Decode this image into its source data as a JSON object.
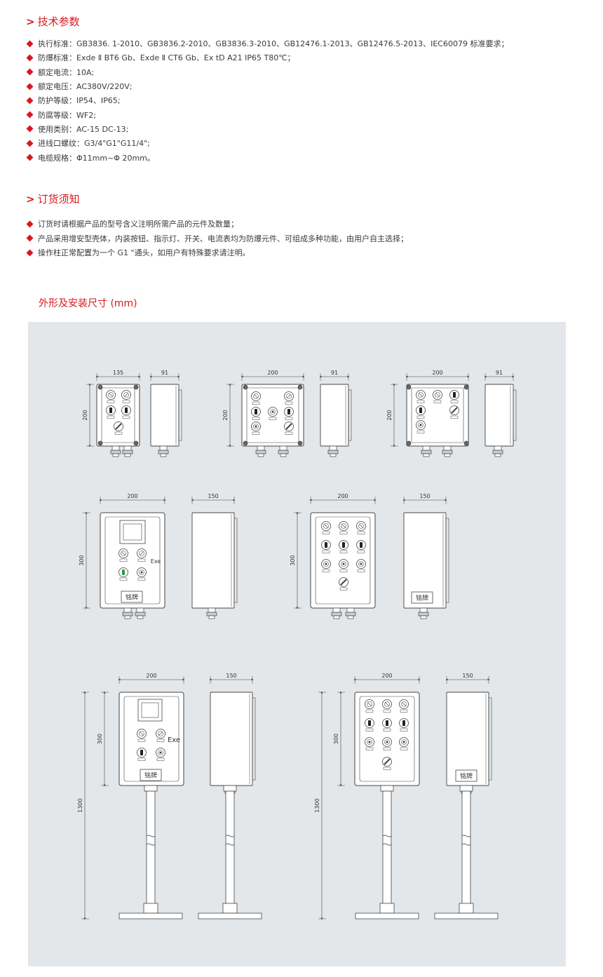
{
  "specs": {
    "title": "技术参数",
    "items": [
      "执行标准：GB3836. 1-2010、GB3836.2-2010、GB3836.3-2010、GB12476.1-2013、GB12476.5-2013、IEC60079 标准要求；",
      "防爆标准：Exde Ⅱ BT6 Gb、Exde Ⅱ CT6 Gb、Ex tD A21 IP65 T80℃；",
      "额定电流：10A;",
      "额定电压：AC380V/220V;",
      "防护等级：IP54、IP65;",
      "防腐等级：WF2;",
      "使用类别：AC-15 DC-13;",
      "进线口螺纹：G3/4\"G1\"G11/4\";",
      "电缆规格：Φ11mm~Φ 20mm。"
    ]
  },
  "order": {
    "title": "订货须知",
    "items": [
      "订货时请根据产品的型号含义注明所需产品的元件及数量；",
      "产品采用增安型壳体，内装按钮、指示灯、开关、电流表均为防爆元件、可组成多种功能，由用户自主选择；",
      "操作柱正常配置为一个 G1 \"通头，如用户有特殊要求请注明。"
    ]
  },
  "dimensions": {
    "title": "外形及安装尺寸 (mm)",
    "labels": {
      "w135": "135",
      "w200": "200",
      "d91": "91",
      "d150": "150",
      "h200": "200",
      "h300": "300",
      "h1300": "1300",
      "nameplate": "铭牌",
      "exe": "Exe"
    }
  }
}
